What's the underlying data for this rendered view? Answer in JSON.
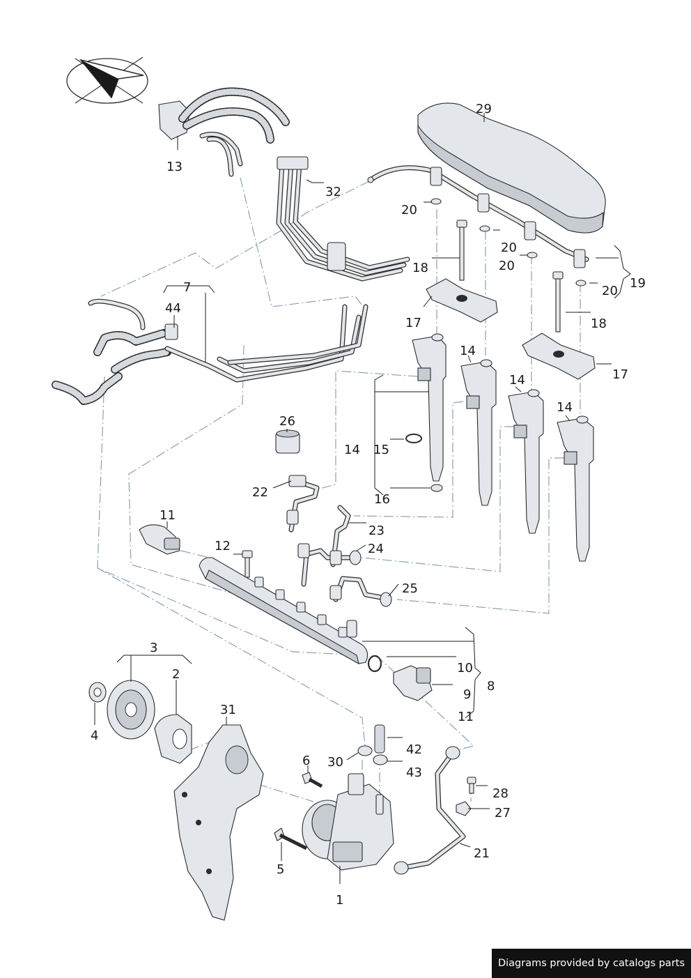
{
  "callouts": {
    "c1": "1",
    "c2": "2",
    "c3": "3",
    "c4": "4",
    "c5": "5",
    "c6": "6",
    "c7": "7",
    "c8": "8",
    "c9": "9",
    "c10": "10",
    "c11a": "11",
    "c11b": "11",
    "c12": "12",
    "c13": "13",
    "c14a": "14",
    "c14b": "14",
    "c14c": "14",
    "c14d": "14",
    "c14e": "14",
    "c15": "15",
    "c16": "16",
    "c17a": "17",
    "c17b": "17",
    "c18a": "18",
    "c18b": "18",
    "c19": "19",
    "c20a": "20",
    "c20b": "20",
    "c20c": "20",
    "c20d": "20",
    "c21": "21",
    "c22": "22",
    "c23": "23",
    "c24": "24",
    "c25": "25",
    "c26": "26",
    "c27": "27",
    "c28": "28",
    "c29": "29",
    "c30": "30",
    "c31": "31",
    "c32": "32",
    "c42": "42",
    "c43": "43",
    "c44": "44"
  },
  "footer": {
    "text": "Diagrams provided by catalogs parts"
  },
  "colors": {
    "line": "#1a1a1a",
    "leader_dash": "#8aa0b4",
    "part_fill": "#e3e6ea",
    "footer_bg": "#111111"
  },
  "icons": {
    "orientation": "direction-arrow-icon"
  }
}
